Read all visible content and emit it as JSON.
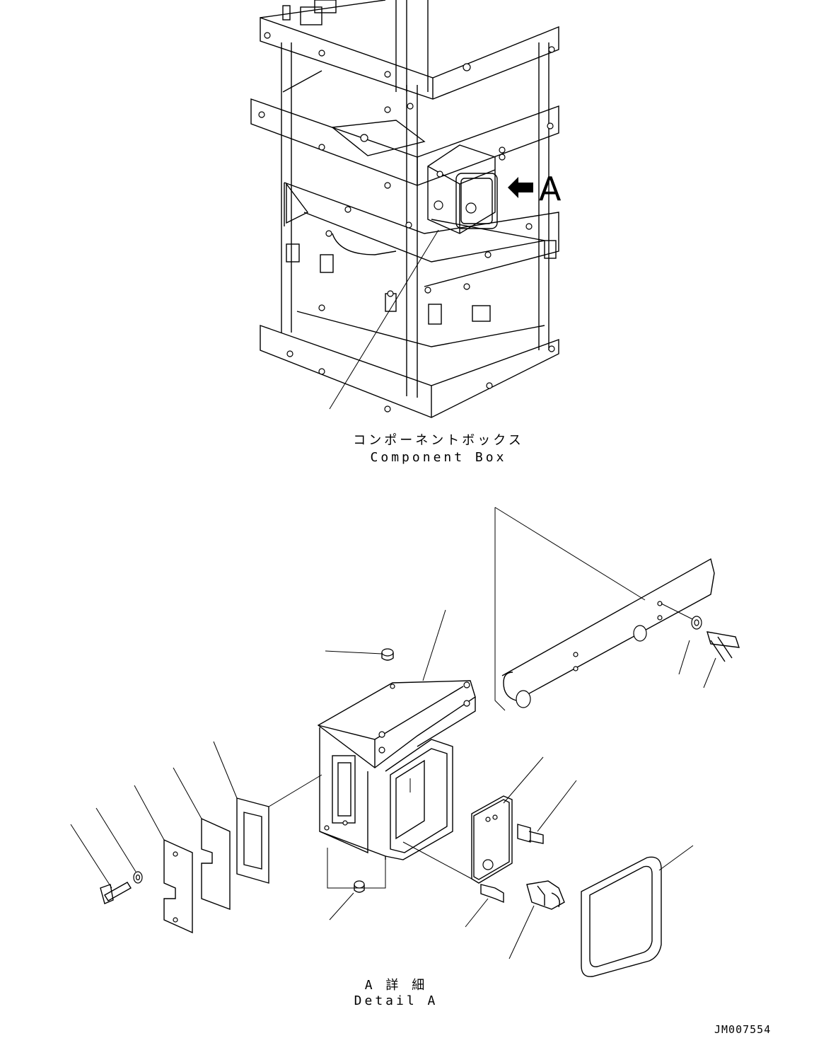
{
  "overview": {
    "view_marker": "A",
    "component_label_jp": "コンポーネントボックス",
    "component_label_en": "Component Box"
  },
  "detail": {
    "title_jp": "A 詳 細",
    "title_en": "Detail A"
  },
  "drawing_id": "JM007554"
}
